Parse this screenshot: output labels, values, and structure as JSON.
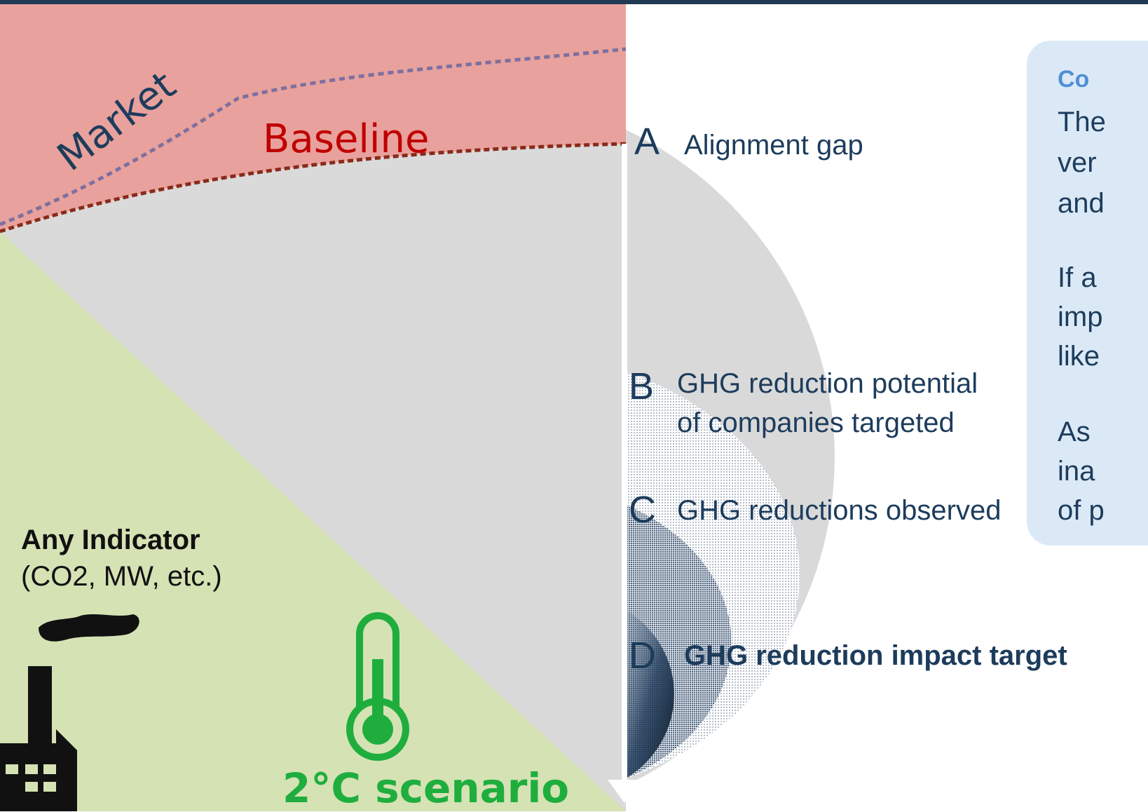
{
  "diagram": {
    "chart_labels": {
      "market": "Market",
      "baseline": "Baseline",
      "scenario": "2°C scenario",
      "indicator_title": "Any Indicator",
      "indicator_subtitle": "(CO2, MW, etc.)"
    },
    "legend": [
      {
        "letter": "A",
        "text": "Alignment gap"
      },
      {
        "letter": "B",
        "text_lines": [
          "GHG reduction potential",
          "of companies targeted"
        ]
      },
      {
        "letter": "C",
        "text": "GHG reductions observed"
      },
      {
        "letter": "D",
        "text": "GHG reduction impact target"
      }
    ],
    "info_box": {
      "heading": "Co",
      "paragraphs": [
        [
          "The",
          "ver",
          "and"
        ],
        [
          "If a",
          "imp",
          "like"
        ],
        [
          "As",
          "ina",
          "of p"
        ]
      ]
    },
    "icons": [
      "factory-icon",
      "thermometer-icon",
      "down-arrow-icon"
    ],
    "colors": {
      "red_zone": "#e8a19c",
      "green_zone": "#d5e2b4",
      "gray_zone": "#dadada",
      "navy": "#1d3c5c",
      "baseline_red": "#c00000",
      "scenario_green": "#1fae3e",
      "info_bg": "#dbe9f6",
      "info_heading": "#4f8fd6"
    }
  }
}
